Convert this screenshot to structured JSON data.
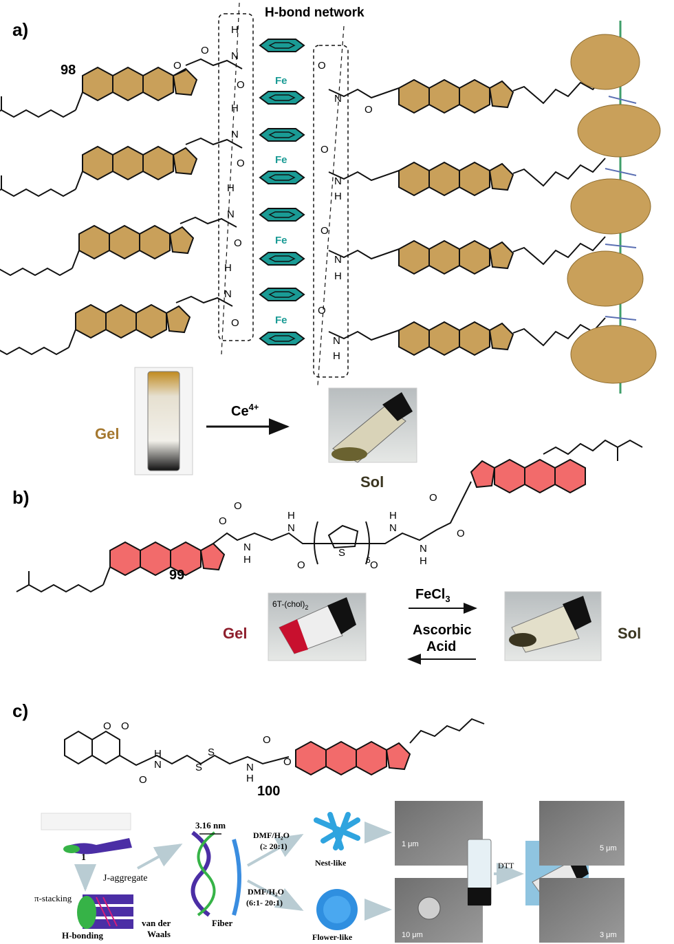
{
  "panel_a": {
    "label": "a)",
    "header": "H-bond network",
    "compound": "98",
    "metal": "Fe",
    "atom_o": "O",
    "atom_n": "N",
    "atom_h": "H",
    "reagent": "Ce",
    "reagent_charge": "4+",
    "state_start": "Gel",
    "state_end": "Sol"
  },
  "panel_b": {
    "label": "b)",
    "compound": "99",
    "thiophene_s": "S",
    "repeat": "6",
    "photo_caption": "6T-(chol)",
    "photo_caption_sub": "2",
    "forward_reagent": "FeCl",
    "forward_reagent_sub": "3",
    "reverse_reagent_line1": "Ascorbic",
    "reverse_reagent_line2": "Acid",
    "state_start": "Gel",
    "state_end": "Sol"
  },
  "panel_c": {
    "label": "c)",
    "compound": "100",
    "schematic_index": "1",
    "j_aggregate": "J-aggregate",
    "pi_stacking": "π-stacking",
    "h_bonding": "H-bonding",
    "vdw_line1": "van der",
    "vdw_line2": "Waals",
    "fiber": "Fiber",
    "fiber_width": "3.16 nm",
    "cond_high_line1": "DMF/H₂O",
    "cond_high_line2": "(≥ 20:1)",
    "cond_low_line1": "DMF/H₂O",
    "cond_low_line2": "(6:1- 20:1)",
    "nest": "Nest-like",
    "flower": "Flower-like",
    "scale_1": "1 μm",
    "scale_2": "10 μm",
    "scale_3": "5 μm",
    "scale_4": "3 μm",
    "dtt": "DTT"
  },
  "colors": {
    "steroid_gold": "#c9a05a",
    "steroid_pink": "#f26b6b",
    "iron_teal": "#1a9b95",
    "gel_brown": "#a5782f",
    "gel_red": "#8e1f2d",
    "sol_dark": "#3a3520"
  }
}
